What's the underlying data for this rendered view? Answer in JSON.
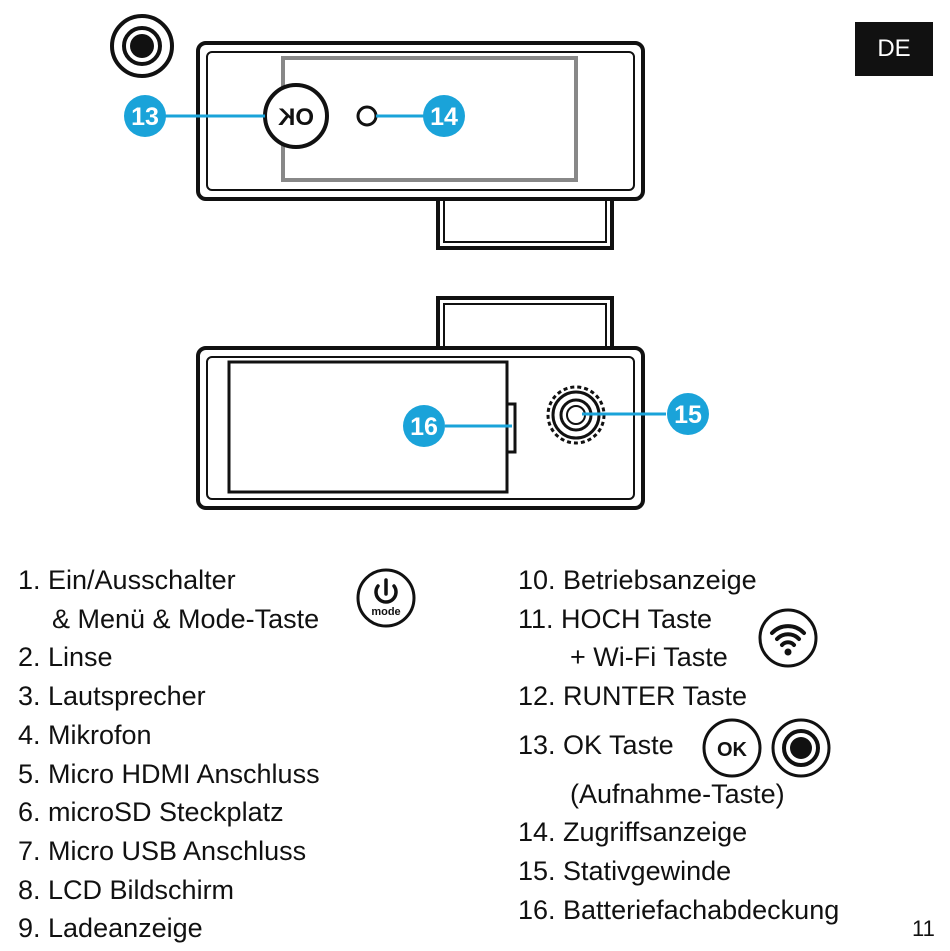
{
  "badge": {
    "language": "DE"
  },
  "page": {
    "number": "11"
  },
  "callouts": {
    "c13": "13",
    "c14": "14",
    "c15": "15",
    "c16": "16"
  },
  "device": {
    "ok_label": "OK",
    "ok_label_mirrored": "OK",
    "mode_label": "mode"
  },
  "legend_left": [
    {
      "text": "1. Ein/Ausschalter"
    },
    {
      "text": "& Menü  & Mode-Taste"
    },
    {
      "text": "2. Linse"
    },
    {
      "text": "3. Lautsprecher"
    },
    {
      "text": "4. Mikrofon"
    },
    {
      "text": "5. Micro HDMI Anschluss"
    },
    {
      "text": "6. microSD Steckplatz"
    },
    {
      "text": "7. Micro USB Anschluss"
    },
    {
      "text": "8. LCD Bildschirm"
    },
    {
      "text": "9. Ladeanzeige"
    }
  ],
  "legend_right": [
    {
      "text": "10. Betriebsanzeige"
    },
    {
      "text": "11. HOCH Taste"
    },
    {
      "text": "+ Wi-Fi Taste"
    },
    {
      "text": "12. RUNTER Taste"
    },
    {
      "text": "13. OK Taste"
    },
    {
      "text": "(Aufnahme-Taste)"
    },
    {
      "text": "14. Zugriffsanzeige"
    },
    {
      "text": "15. Stativgewinde"
    },
    {
      "text": "16. Batteriefachabdeckung"
    }
  ],
  "colors": {
    "callout": "#1aa3d9",
    "outline": "#111111",
    "inner_frame": "#888888"
  },
  "icons": [
    "record-icon",
    "ok-button-icon",
    "power-mode-icon",
    "wifi-icon",
    "tripod-thread-icon",
    "led-icon"
  ]
}
